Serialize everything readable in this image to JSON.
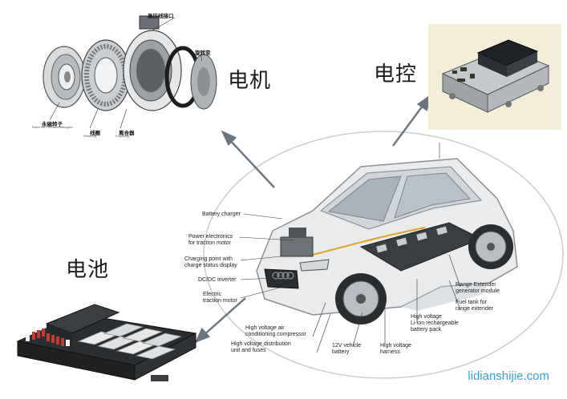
{
  "labels": {
    "motor": "电机",
    "controller": "电控",
    "battery": "电池"
  },
  "motor_parts": {
    "high_voltage_port": "高压线接口",
    "resolver": "旋转变",
    "permanent_magnet_rotor": "永磁转子",
    "winding": "线圈",
    "clutch": "离合器",
    "rotor_sub": "Rotor mit Permanentmagnet...",
    "winding_sub": "Wicklung...",
    "clutch_sub": "Kupplung..."
  },
  "callouts": {
    "battery_charger": "Battery charger",
    "power_electronics": "Power electronics\nfor traction motor",
    "charging_point": "Charging point with\ncharge status display",
    "dcdc": "DC/DC inverter",
    "electric_motor": "Electric\ntraction motor",
    "ac_compressor": "High voltage air\nconditioning compressor",
    "hv_distribution": "High voltage distribution\nunit and fuses",
    "battery_12v": "12V vehicle\nbattery",
    "hv_harness": "High voltage\nharness",
    "liion_pack": "High voltage\nLi-ion rechargeable\nbattery pack",
    "fuel_tank": "Fuel tank for\nrange extender",
    "range_extender": "Range Extender\ngenerator module"
  },
  "watermark": "lidianshijie.com",
  "colors": {
    "arrow": "#6a7580",
    "watermark": "#3aa0d8",
    "controller_bg": "#f4eed8"
  }
}
